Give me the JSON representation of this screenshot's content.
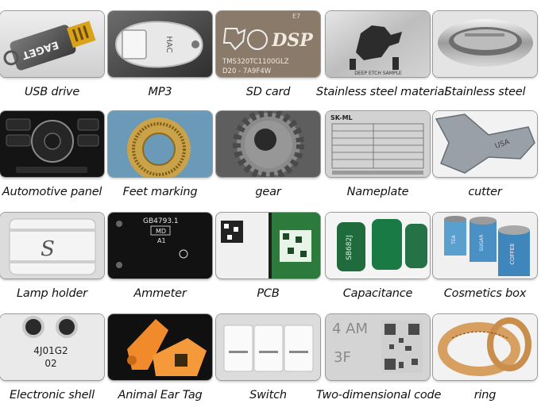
{
  "items": [
    {
      "caption": "USB drive",
      "thumb_text": "EAGET",
      "icon": "usb-drive-image"
    },
    {
      "caption": "MP3",
      "thumb_text": "HAC",
      "icon": "mp3-player-image"
    },
    {
      "caption": "SD card",
      "thumb_text": "DSP",
      "sub_lines": [
        "TMS320TC1100GLZ",
        "D20 - 7A9F4W"
      ],
      "top_text": "E7",
      "icon": "sd-card-image"
    },
    {
      "caption": "Stainless steel material",
      "thumb_text": "DEEP ETCH SAMPLE",
      "icon": "stainless-material-image"
    },
    {
      "caption": "Stainless steel",
      "icon": "stainless-ring-image"
    },
    {
      "caption": "Automotive panel",
      "icon": "automotive-panel-image"
    },
    {
      "caption": "Feet marking",
      "icon": "feet-marking-image"
    },
    {
      "caption": "gear",
      "icon": "gear-image"
    },
    {
      "caption": "Nameplate",
      "thumb_text": "SK-ML",
      "icon": "nameplate-image"
    },
    {
      "caption": "cutter",
      "thumb_text": "USA",
      "icon": "cutter-image"
    },
    {
      "caption": "Lamp holder",
      "thumb_text": "S",
      "icon": "lamp-holder-image"
    },
    {
      "caption": "Ammeter",
      "thumb_text": "GB4793.1",
      "sub_lines": [
        "MD",
        "A1"
      ],
      "icon": "ammeter-image"
    },
    {
      "caption": "PCB",
      "icon": "pcb-image"
    },
    {
      "caption": "Capacitance",
      "thumb_text": "SB682J",
      "icon": "capacitor-image"
    },
    {
      "caption": "Cosmetics box",
      "sub_lines": [
        "TEA",
        "SUGAR",
        "COFFEE"
      ],
      "icon": "cosmetics-box-image"
    },
    {
      "caption": "Electronic shell",
      "thumb_text": "4J01G2",
      "sub_lines": [
        "02"
      ],
      "icon": "electronic-shell-image"
    },
    {
      "caption": "Animal Ear Tag",
      "icon": "ear-tag-image"
    },
    {
      "caption": "Switch",
      "icon": "switch-image"
    },
    {
      "caption": "Two-dimensional code",
      "thumb_text": "4 AM",
      "sub_lines": [
        "3F"
      ],
      "icon": "qr-code-image"
    },
    {
      "caption": "ring",
      "icon": "ring-image"
    }
  ]
}
